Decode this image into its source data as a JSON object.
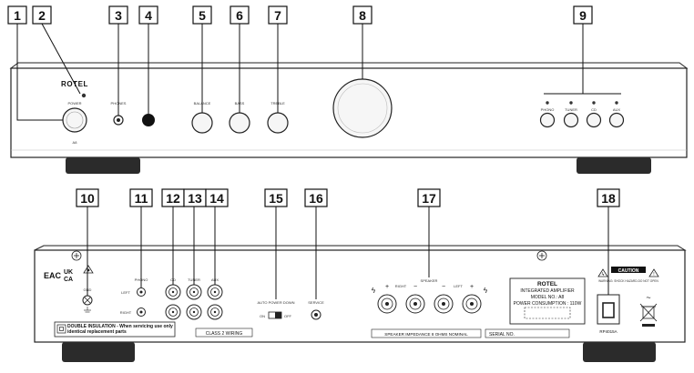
{
  "callouts": [
    "1",
    "2",
    "3",
    "4",
    "5",
    "6",
    "7",
    "8",
    "9",
    "10",
    "11",
    "12",
    "13",
    "14",
    "15",
    "16",
    "17",
    "18"
  ],
  "front_panel": {
    "brand": "ROTEL",
    "power_label": "POWER",
    "model": "A8",
    "phones_label": "PHONES",
    "balance_label": "BALANCE",
    "bass_label": "BASS",
    "treble_label": "TREBLE",
    "inputs": [
      "PHONO",
      "TUNER",
      "CD",
      "AUX"
    ]
  },
  "rear_panel": {
    "cert_marks": [
      "EAC",
      "UK",
      "CA"
    ],
    "gnd_label": "GND",
    "input_headers": [
      "PHONO",
      "CD",
      "TUNER",
      "AUX"
    ],
    "left_label": "LEFT",
    "right_label": "RIGHT",
    "class2_label": "CLASS 2 WIRING",
    "double_insulation": "DOUBLE INSULATION - When servicing use only identical replacement parts",
    "auto_power_label": "AUTO POWER DOWN",
    "on_label": "ON",
    "off_label": "OFF",
    "service_label": "SERVICE",
    "speaker_label": "SPEAKER",
    "speaker_right": "RIGHT",
    "speaker_left": "LEFT",
    "impedance_label": "SPEAKER IMPEDANCE 8 OHMS NOMINAL",
    "serial_label": "SERIAL NO.",
    "rating_brand": "ROTEL",
    "rating_title": "INTEGRATED AMPLIFIER",
    "rating_model": "MODEL NO.: A8",
    "rating_power": "POWER CONSUMPTION : 110W",
    "caution_label": "CAUTION",
    "warning_text": "WARNING: SHOCK HAZARD-DO NOT OPEN",
    "fuse_label": "RP4015A",
    "ac_symbol": "~"
  }
}
